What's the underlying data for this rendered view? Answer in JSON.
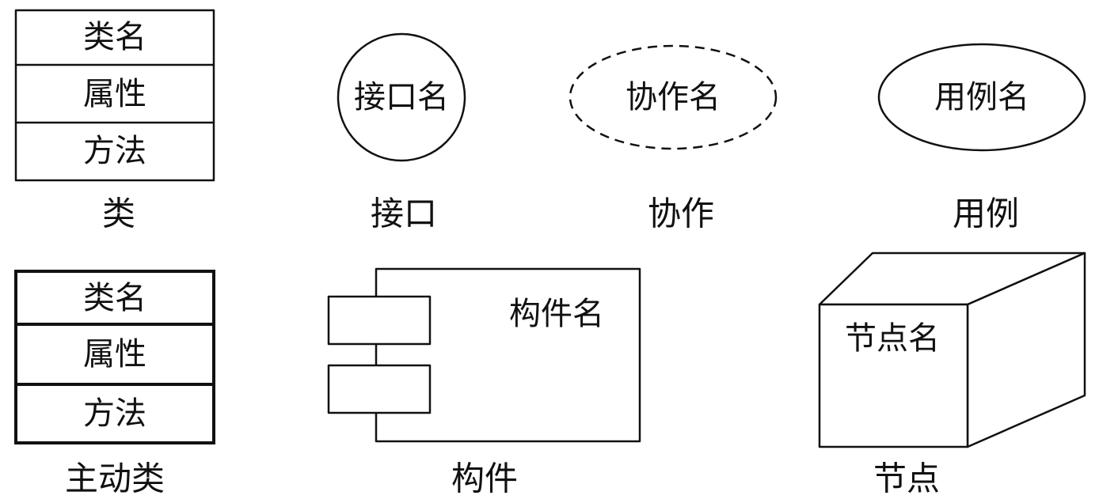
{
  "class": {
    "name": "类名",
    "attributes": "属性",
    "methods": "方法",
    "caption": "类"
  },
  "interface": {
    "name": "接口名",
    "caption": "接口"
  },
  "collaboration": {
    "name": "协作名",
    "caption": "协作"
  },
  "use_case": {
    "name": "用例名",
    "caption": "用例"
  },
  "active_class": {
    "name": "类名",
    "attributes": "属性",
    "methods": "方法",
    "caption": "主动类"
  },
  "component": {
    "name": "构件名",
    "caption": "构件"
  },
  "node": {
    "name": "节点名",
    "caption": "节点"
  }
}
